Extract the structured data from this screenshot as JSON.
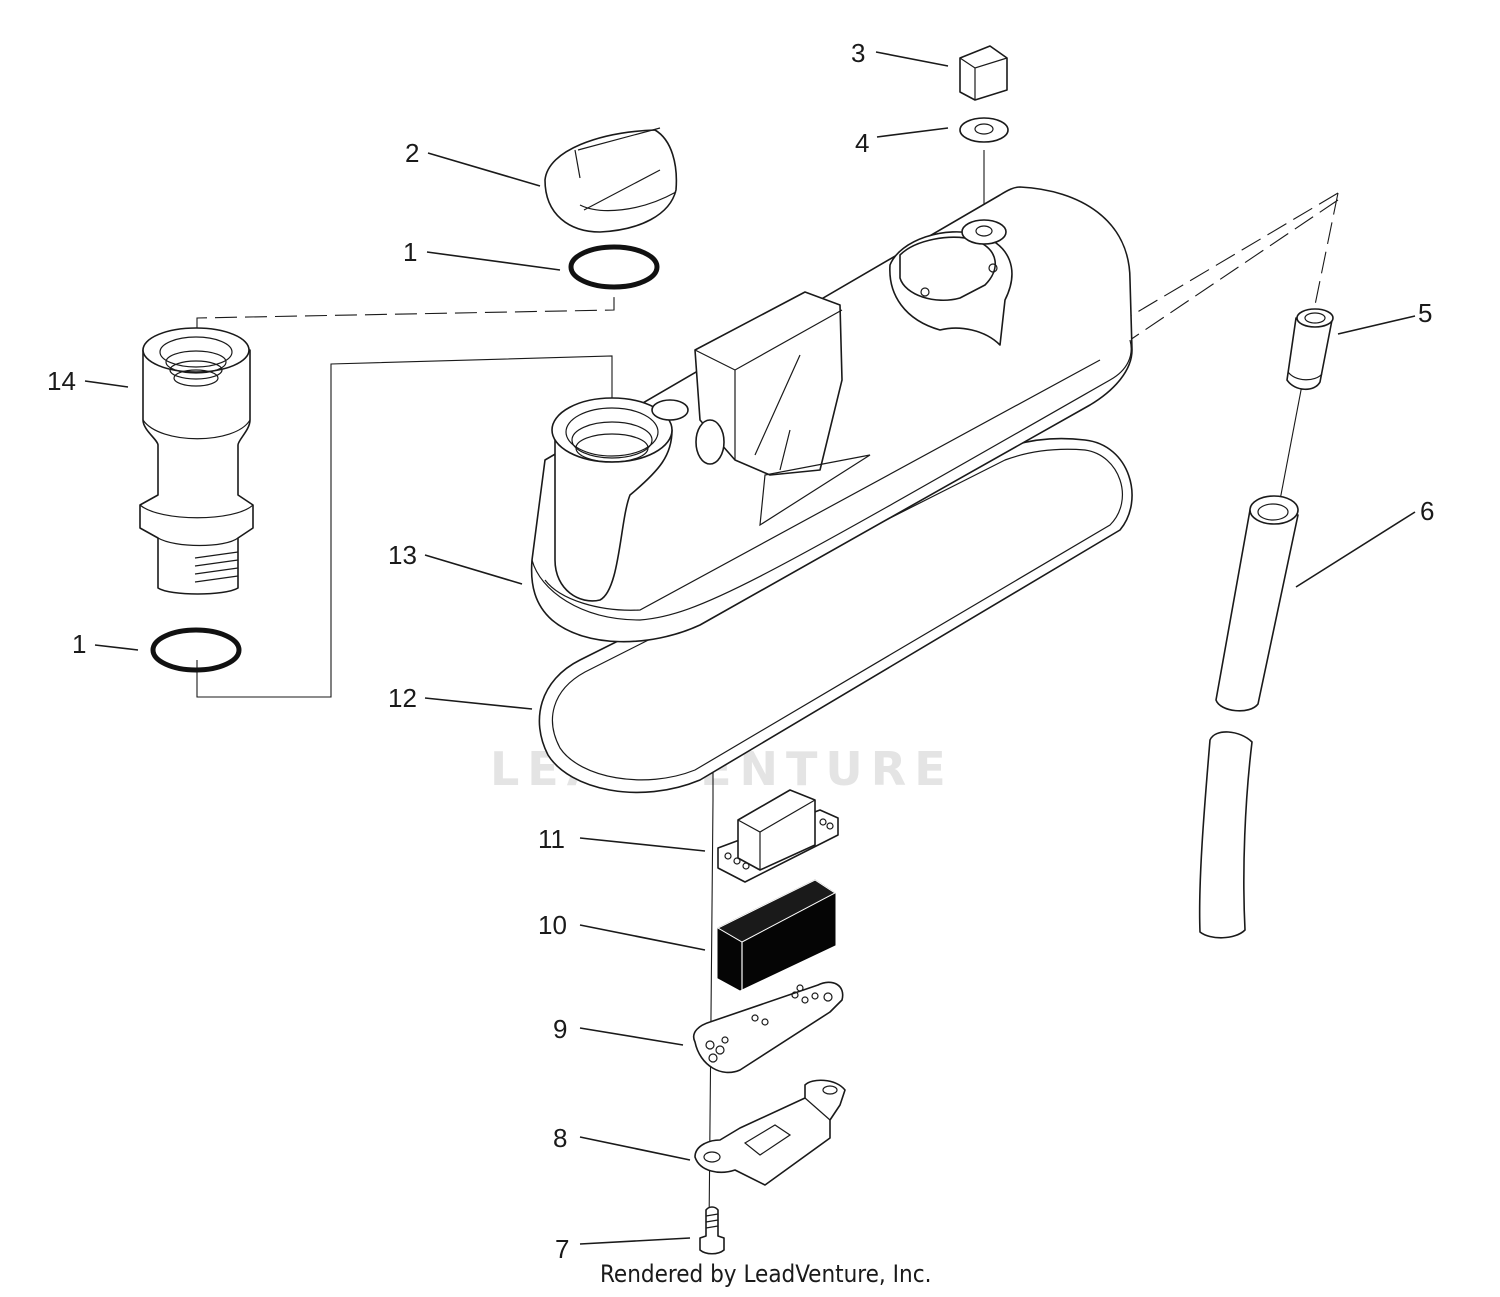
{
  "diagram": {
    "callouts": [
      {
        "id": "c1a",
        "label": "1"
      },
      {
        "id": "c1b",
        "label": "1"
      },
      {
        "id": "c2",
        "label": "2"
      },
      {
        "id": "c3",
        "label": "3"
      },
      {
        "id": "c4",
        "label": "4"
      },
      {
        "id": "c5",
        "label": "5"
      },
      {
        "id": "c6",
        "label": "6"
      },
      {
        "id": "c7",
        "label": "7"
      },
      {
        "id": "c8",
        "label": "8"
      },
      {
        "id": "c9",
        "label": "9"
      },
      {
        "id": "c10",
        "label": "10"
      },
      {
        "id": "c11",
        "label": "11"
      },
      {
        "id": "c12",
        "label": "12"
      },
      {
        "id": "c13",
        "label": "13"
      },
      {
        "id": "c14",
        "label": "14"
      }
    ],
    "watermark": "LEADVENTURE",
    "credit": "Rendered by LeadVenture, Inc."
  }
}
